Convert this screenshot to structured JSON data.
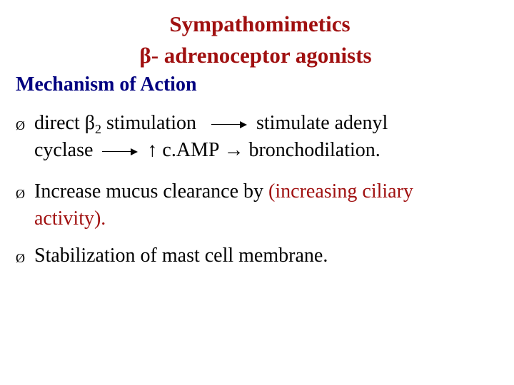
{
  "title": {
    "line1": "Sympathomimetics",
    "line2": "β- adrenoceptor agonists"
  },
  "subtitle": "Mechanism of Action",
  "bullets": [
    {
      "symbol": "Ø",
      "line1": {
        "part1": "direct β",
        "sub": "2",
        "part2": " stimulation",
        "part3": "stimulate adenyl"
      },
      "line2": {
        "part1": "cyclase",
        "up_arrow": "↑",
        "part2": "c.AMP",
        "arrow": "→",
        "part3": "bronchodilation."
      }
    },
    {
      "symbol": "Ø",
      "text_black": "Increase mucus clearance by ",
      "text_red_1": "(increasing ciliary",
      "text_red_2": "activity)."
    },
    {
      "symbol": "Ø",
      "text": "Stabilization of mast cell membrane."
    }
  ],
  "colors": {
    "title": "#a01010",
    "subtitle": "#000080",
    "highlight": "#a01010",
    "body": "#000000"
  }
}
